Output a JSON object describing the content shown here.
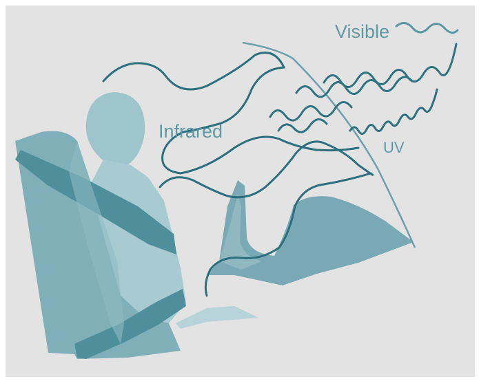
{
  "diagram": {
    "labels": {
      "infrared": "Infrared",
      "visible": "Visible",
      "uv": "UV"
    },
    "colors": {
      "background": "#e3e3e3",
      "seat": "#7fb0ba",
      "seat_dark": "#4f8f9c",
      "occupant": "#9ec4cc",
      "dashboard": "#78a9b4",
      "windshield_line": "#6a9fab",
      "wave": "#2c6f7e",
      "label": "#5f9aa6"
    }
  }
}
